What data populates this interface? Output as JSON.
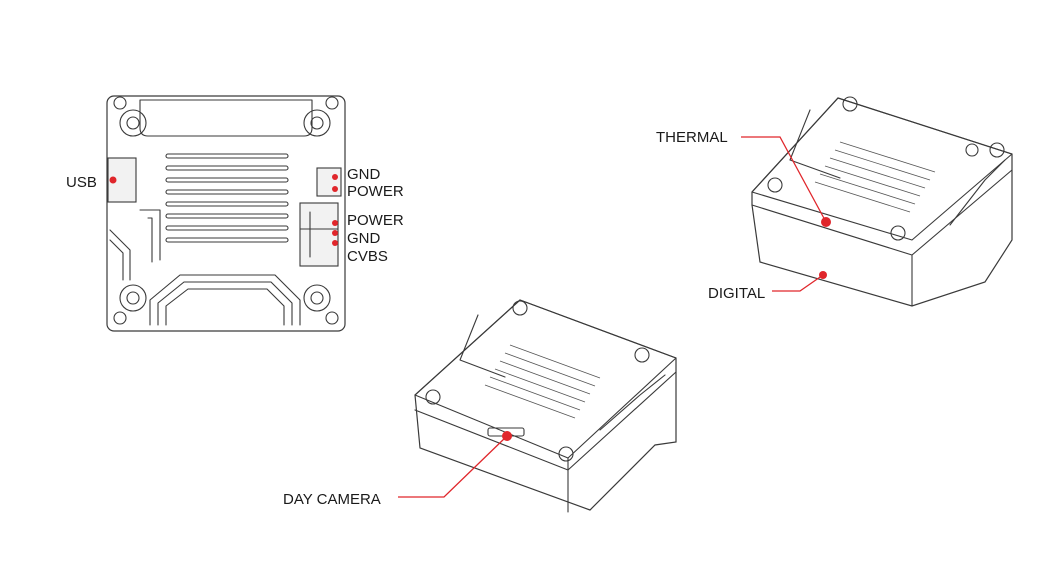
{
  "labels": {
    "usb": "USB",
    "gnd_top": "GND",
    "power_top": "POWER",
    "power_bottom": "POWER",
    "gnd_bottom": "GND",
    "cvbs": "CVBS",
    "thermal": "THERMAL",
    "digital": "DIGITAL",
    "day_camera": "DAY CAMERA"
  },
  "colors": {
    "accent": "#e0262b",
    "line": "#3a3a3a",
    "background": "#ffffff"
  }
}
